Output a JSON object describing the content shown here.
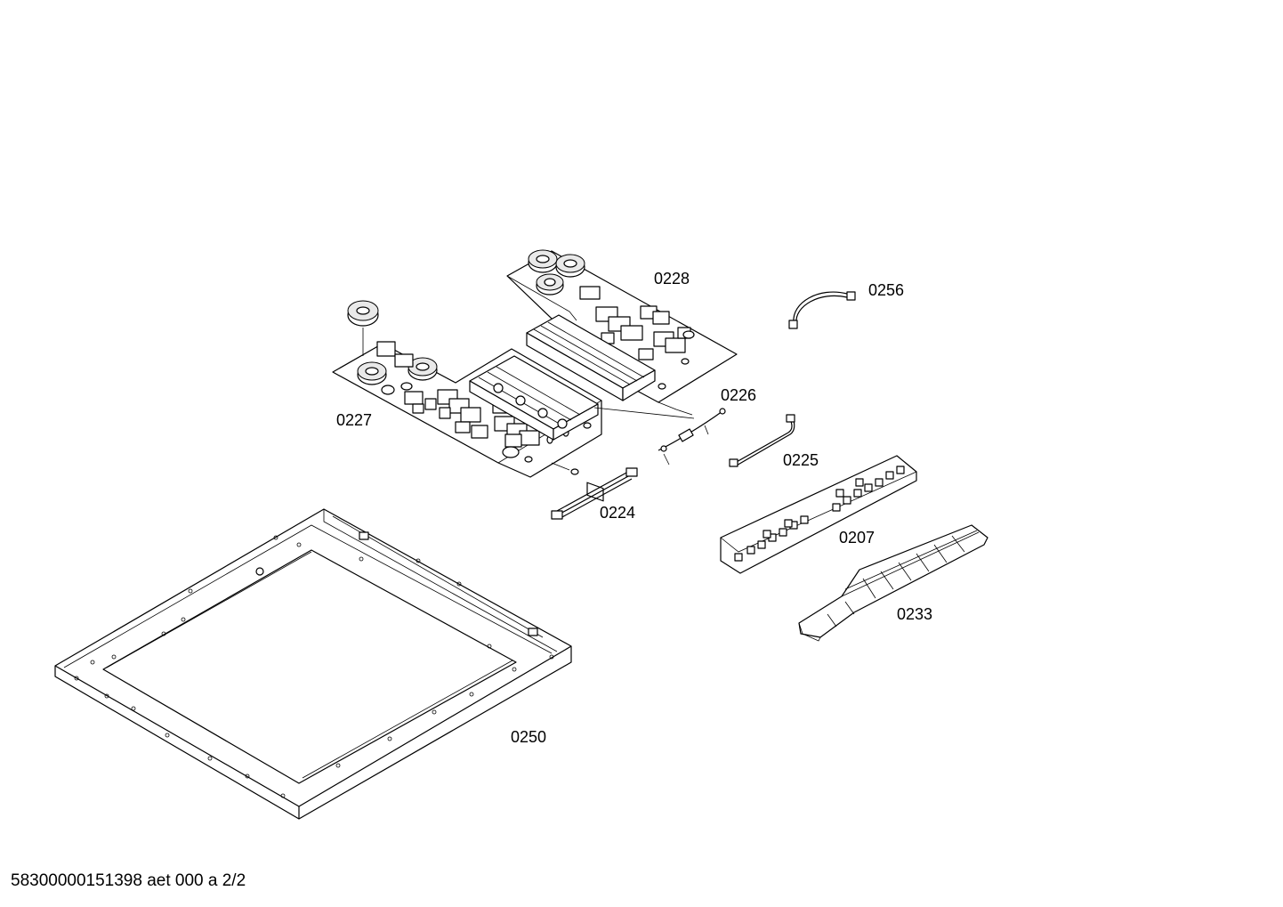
{
  "labels": {
    "p0228": "0228",
    "p0256": "0256",
    "p0226": "0226",
    "p0227": "0227",
    "p0225": "0225",
    "p0224": "0224",
    "p0207": "0207",
    "p0233": "0233",
    "p0250": "0250"
  },
  "footer": "58300000151398 aet 000 a 2/2"
}
